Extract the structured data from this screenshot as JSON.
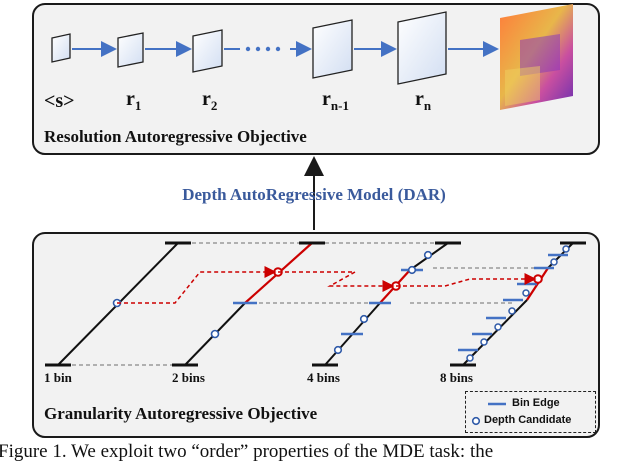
{
  "top_panel": {
    "title": "Resolution Autoregressive Objective",
    "tokens": [
      {
        "base": "<s>",
        "sub": ""
      },
      {
        "base": "r",
        "sub": "1"
      },
      {
        "base": "r",
        "sub": "2"
      },
      {
        "base": "r",
        "sub": "n-1"
      },
      {
        "base": "r",
        "sub": "n"
      }
    ]
  },
  "model_label": "Depth AutoRegressive Model (DAR)",
  "bottom_panel": {
    "title": "Granularity Autoregressive Objective",
    "bin_labels": [
      "1 bin",
      "2 bins",
      "4 bins",
      "8 bins"
    ],
    "legend": {
      "bin_edge": "Bin Edge",
      "depth_candidate": "Depth Candidate"
    }
  },
  "colors": {
    "accent_blue": "#3a5a9c",
    "arrow_blue": "#4472c4",
    "red": "#cc0000",
    "frame_light": "#e8eef8",
    "frame_dark": "#c9d8ef"
  },
  "caption": "Figure 1. We exploit two “order” properties of the MDE task: the"
}
